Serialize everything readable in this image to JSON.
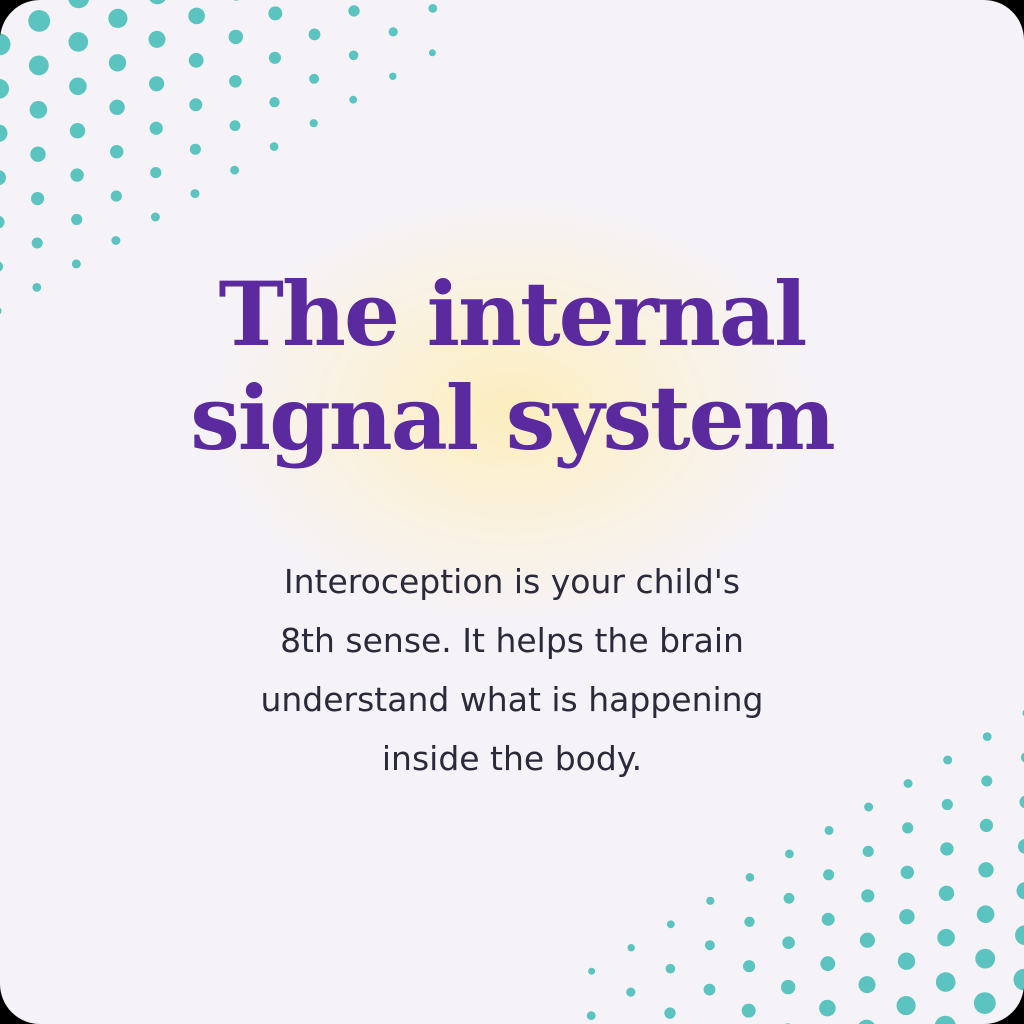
{
  "card": {
    "headline_lines": [
      "The internal",
      "signal system"
    ],
    "body_lines": [
      "Interoception is your child's",
      "8th sense. It helps the brain",
      "understand what is happening",
      "inside the body."
    ]
  },
  "colors": {
    "background": "#f6f3f8",
    "headline": "#5b2a9e",
    "body": "#2a2a3a",
    "dots": "#5cc4c0",
    "glow": "#ffeaa8"
  },
  "decor": {
    "corner_dots_top_left": "dot-pattern",
    "corner_dots_bottom_right": "dot-pattern"
  }
}
